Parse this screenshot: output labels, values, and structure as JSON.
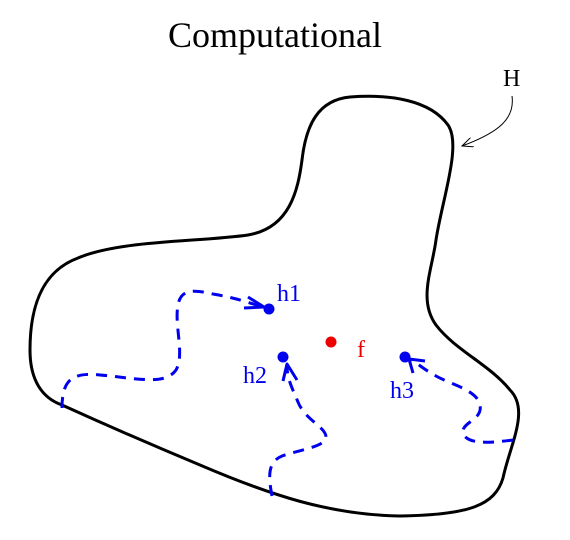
{
  "title": "Computational",
  "region_label": "H",
  "points": {
    "h1": {
      "label": "h1",
      "color": "#0000ee"
    },
    "h2": {
      "label": "h2",
      "color": "#0000ee"
    },
    "h3": {
      "label": "h3",
      "color": "#0000ee"
    },
    "f": {
      "label": "f",
      "color": "#ee0000"
    }
  },
  "colors": {
    "boundary": "#000000",
    "path": "#0000ee",
    "source": "#ee0000"
  }
}
